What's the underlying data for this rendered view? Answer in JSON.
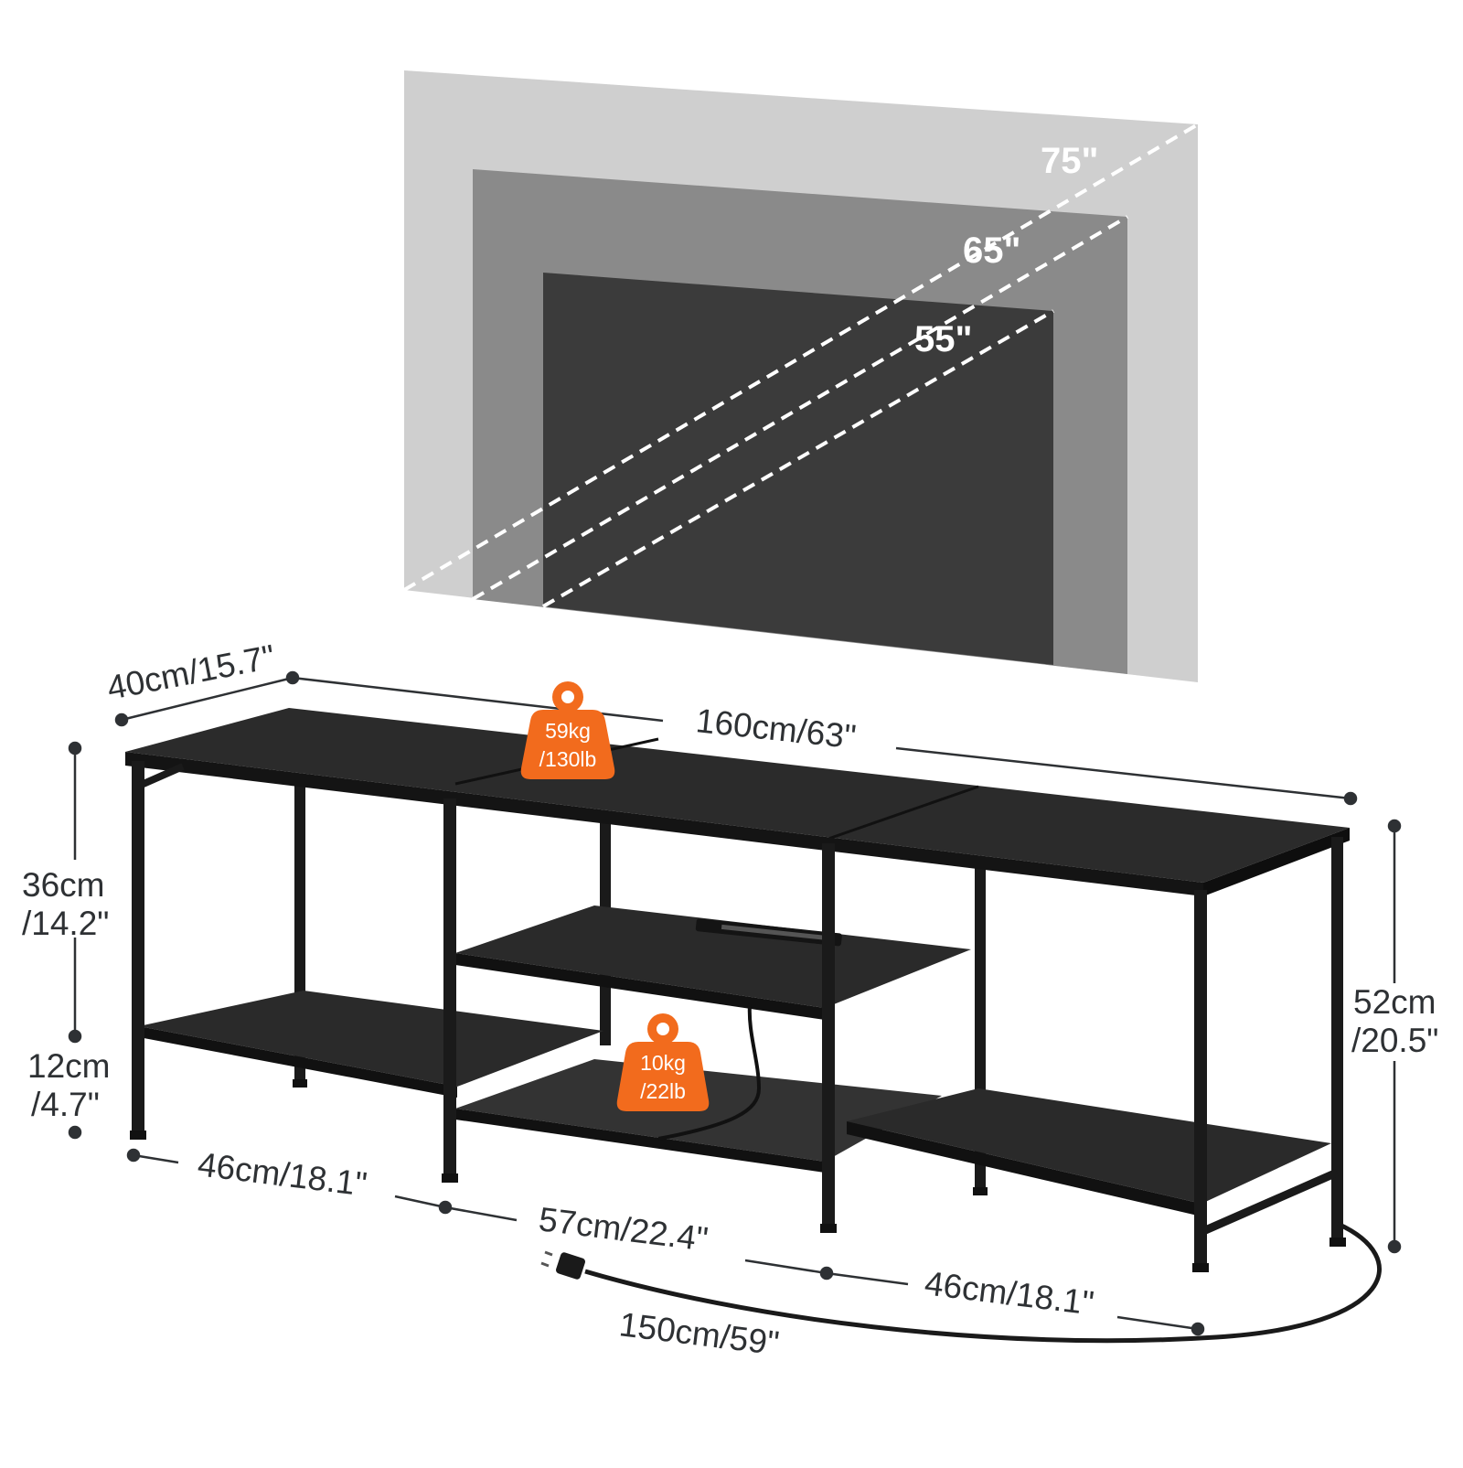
{
  "tv_sizes": [
    {
      "label": "75\"",
      "color": "#cfcfcf"
    },
    {
      "label": "65\"",
      "color": "#8a8a8a"
    },
    {
      "label": "55\"",
      "color": "#3b3b3b"
    }
  ],
  "dimensions": {
    "depth": "40cm/15.7\"",
    "width": "160cm/63\"",
    "upper_height_cm": "36cm",
    "upper_height_in": "/14.2\"",
    "lower_height_cm": "12cm",
    "lower_height_in": "/4.7\"",
    "total_height_cm": "52cm",
    "total_height_in": "/20.5\"",
    "left_section": "46cm/18.1\"",
    "middle_section": "57cm/22.4\"",
    "right_section": "46cm/18.1\"",
    "cable_length": "150cm/59\""
  },
  "load_capacity": {
    "top": {
      "line1": "59kg",
      "line2": "/130lb"
    },
    "mesh_shelf": {
      "line1": "10kg",
      "line2": "/22lb"
    }
  },
  "colors": {
    "accent": "#f26b1d",
    "frame": "#1a1a1a",
    "board": "#262626",
    "dimension_line": "#2e3134"
  }
}
